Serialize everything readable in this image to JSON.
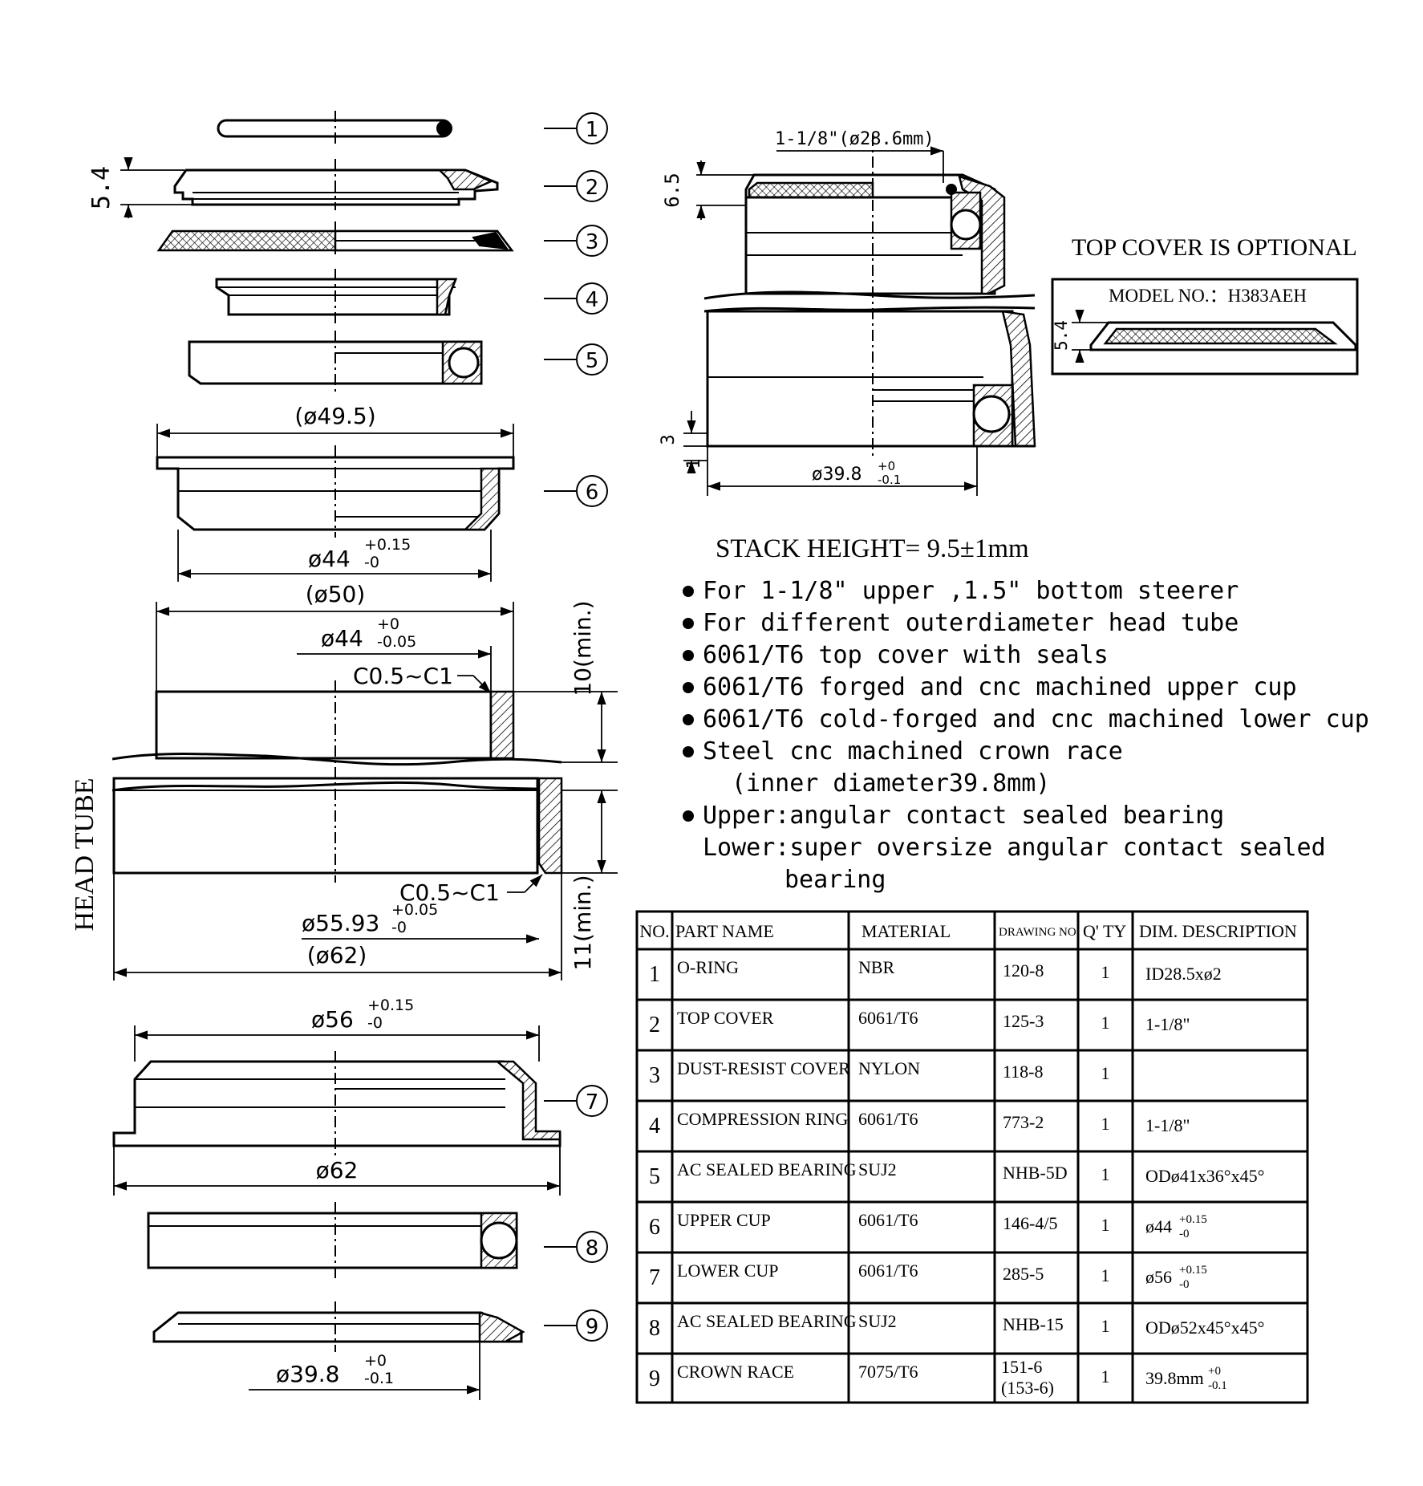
{
  "callouts": [
    "1",
    "2",
    "3",
    "4",
    "5",
    "6",
    "7",
    "8",
    "9"
  ],
  "dims": {
    "p2_height": "5.4",
    "p6_outer": "(ø49.5)",
    "p6_bore": "ø44",
    "p6_bore_tol_up": "+0.15",
    "p6_bore_tol_dn": "-0",
    "ht_outer_top": "(ø50)",
    "ht_bore_top": "ø44",
    "ht_bore_top_tol_up": "+0",
    "ht_bore_top_tol_dn": "-0.05",
    "ht_chamfer_top": "C0.5~C1",
    "ht_depth_top": "10(min.)",
    "ht_chamfer_bot": "C0.5~C1",
    "ht_bore_bot": "ø55.93",
    "ht_bore_bot_tol_up": "+0.05",
    "ht_bore_bot_tol_dn": "-0",
    "ht_outer_bot": "(ø62)",
    "ht_depth_bot": "11(min.)",
    "p7_bore": "ø56",
    "p7_bore_tol_up": "+0.15",
    "p7_bore_tol_dn": "-0",
    "p7_outer": "ø62",
    "p9_bore": "ø39.8",
    "p9_tol_up": "+0",
    "p9_tol_dn": "-0.1",
    "asm_steerer": "1-1/8\"(ø28.6mm)",
    "asm_height": "6.5",
    "asm_bot1": "3",
    "asm_bot2": "1",
    "asm_crown": "ø39.8",
    "asm_crown_tol_up": "+0",
    "asm_crown_tol_dn": "-0.1",
    "cover_height": "5.4"
  },
  "head_tube_label": "HEAD TUBE",
  "top_cover_note": "TOP COVER IS OPTIONAL",
  "model_no": "MODEL NO.：H383AEH",
  "stack_height": "STACK HEIGHT= 9.5±1mm",
  "features": [
    "For 1-1/8\" upper ,1.5\" bottom steerer",
    "For different outerdiameter head tube",
    "6061/T6 top cover with seals",
    "6061/T6 forged and cnc machined upper cup",
    "6061/T6 cold-forged and cnc machined lower cup",
    "Steel cnc machined crown race",
    "Upper:angular contact sealed bearing"
  ],
  "feature_cont": {
    "inner_dia": "(inner diameter39.8mm)",
    "lower_line1": "Lower:super oversize angular contact sealed",
    "lower_line2": "bearing"
  },
  "table": {
    "headers": [
      "NO.",
      "PART NAME",
      "MATERIAL",
      "DRAWING NO.",
      "Q' TY",
      "DIM. DESCRIPTION"
    ],
    "rows": [
      {
        "no": "1",
        "name": "O-RING",
        "material": "NBR",
        "drawing": "120-8",
        "drawing2": "",
        "qty": "1",
        "dim": "ID28.5xø2",
        "tol_up": "",
        "tol_dn": ""
      },
      {
        "no": "2",
        "name": "TOP COVER",
        "material": "6061/T6",
        "drawing": "125-3",
        "drawing2": "",
        "qty": "1",
        "dim": "1-1/8\"",
        "tol_up": "",
        "tol_dn": ""
      },
      {
        "no": "3",
        "name": "DUST-RESIST COVER",
        "material": "NYLON",
        "drawing": "118-8",
        "drawing2": "",
        "qty": "1",
        "dim": "",
        "tol_up": "",
        "tol_dn": ""
      },
      {
        "no": "4",
        "name": "COMPRESSION RING",
        "material": "6061/T6",
        "drawing": "773-2",
        "drawing2": "",
        "qty": "1",
        "dim": "1-1/8\"",
        "tol_up": "",
        "tol_dn": ""
      },
      {
        "no": "5",
        "name": "AC SEALED BEARING",
        "material": "SUJ2",
        "drawing": "NHB-5D",
        "drawing2": "",
        "qty": "1",
        "dim": "ODø41x36°x45°",
        "tol_up": "",
        "tol_dn": ""
      },
      {
        "no": "6",
        "name": "UPPER CUP",
        "material": "6061/T6",
        "drawing": "146-4/5",
        "drawing2": "",
        "qty": "1",
        "dim": "ø44",
        "tol_up": "+0.15",
        "tol_dn": "-0"
      },
      {
        "no": "7",
        "name": "LOWER CUP",
        "material": "6061/T6",
        "drawing": "285-5",
        "drawing2": "",
        "qty": "1",
        "dim": "ø56",
        "tol_up": "+0.15",
        "tol_dn": "-0"
      },
      {
        "no": "8",
        "name": "AC SEALED BEARING",
        "material": "SUJ2",
        "drawing": "NHB-15",
        "drawing2": "",
        "qty": "1",
        "dim": "ODø52x45°x45°",
        "tol_up": "",
        "tol_dn": ""
      },
      {
        "no": "9",
        "name": "CROWN RACE",
        "material": "7075/T6",
        "drawing": "151-6",
        "drawing2": "(153-6)",
        "qty": "1",
        "dim": "39.8mm",
        "tol_up": "+0",
        "tol_dn": "-0.1"
      }
    ]
  }
}
